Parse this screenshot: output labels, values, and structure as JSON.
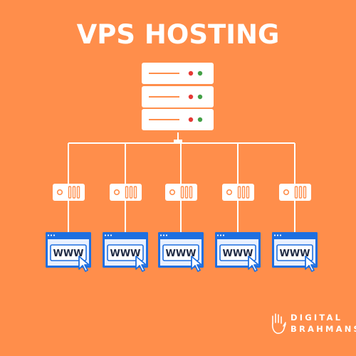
{
  "title": "VPS HOSTING",
  "main_server": {
    "units": 3,
    "icon": "server-rack-icon"
  },
  "sub_servers": [
    {
      "icon": "server-unit-icon"
    },
    {
      "icon": "server-unit-icon"
    },
    {
      "icon": "server-unit-icon"
    },
    {
      "icon": "server-unit-icon"
    },
    {
      "icon": "server-unit-icon"
    }
  ],
  "websites": [
    {
      "label": "WWW",
      "icon": "browser-window-icon",
      "cursor": "cursor-arrow-icon"
    },
    {
      "label": "WWW",
      "icon": "browser-window-icon",
      "cursor": "cursor-arrow-icon"
    },
    {
      "label": "WWW",
      "icon": "browser-window-icon",
      "cursor": "cursor-arrow-icon"
    },
    {
      "label": "WWW",
      "icon": "browser-window-icon",
      "cursor": "cursor-arrow-icon"
    },
    {
      "label": "WWW",
      "icon": "browser-window-icon",
      "cursor": "cursor-arrow-icon"
    }
  ],
  "brand": {
    "line1": "DIGITAL",
    "line2": "BRAHMANS",
    "logo": "hand-logo-icon"
  },
  "colors": {
    "background": "#FF8E4B",
    "white": "#FFFFFF",
    "server_stroke": "#FF8E4B",
    "led_red": "#E53935",
    "led_green": "#43A047",
    "browser_blue": "#1E6FE0",
    "browser_light": "#E8F0FF",
    "text_dark": "#1F2A44"
  }
}
